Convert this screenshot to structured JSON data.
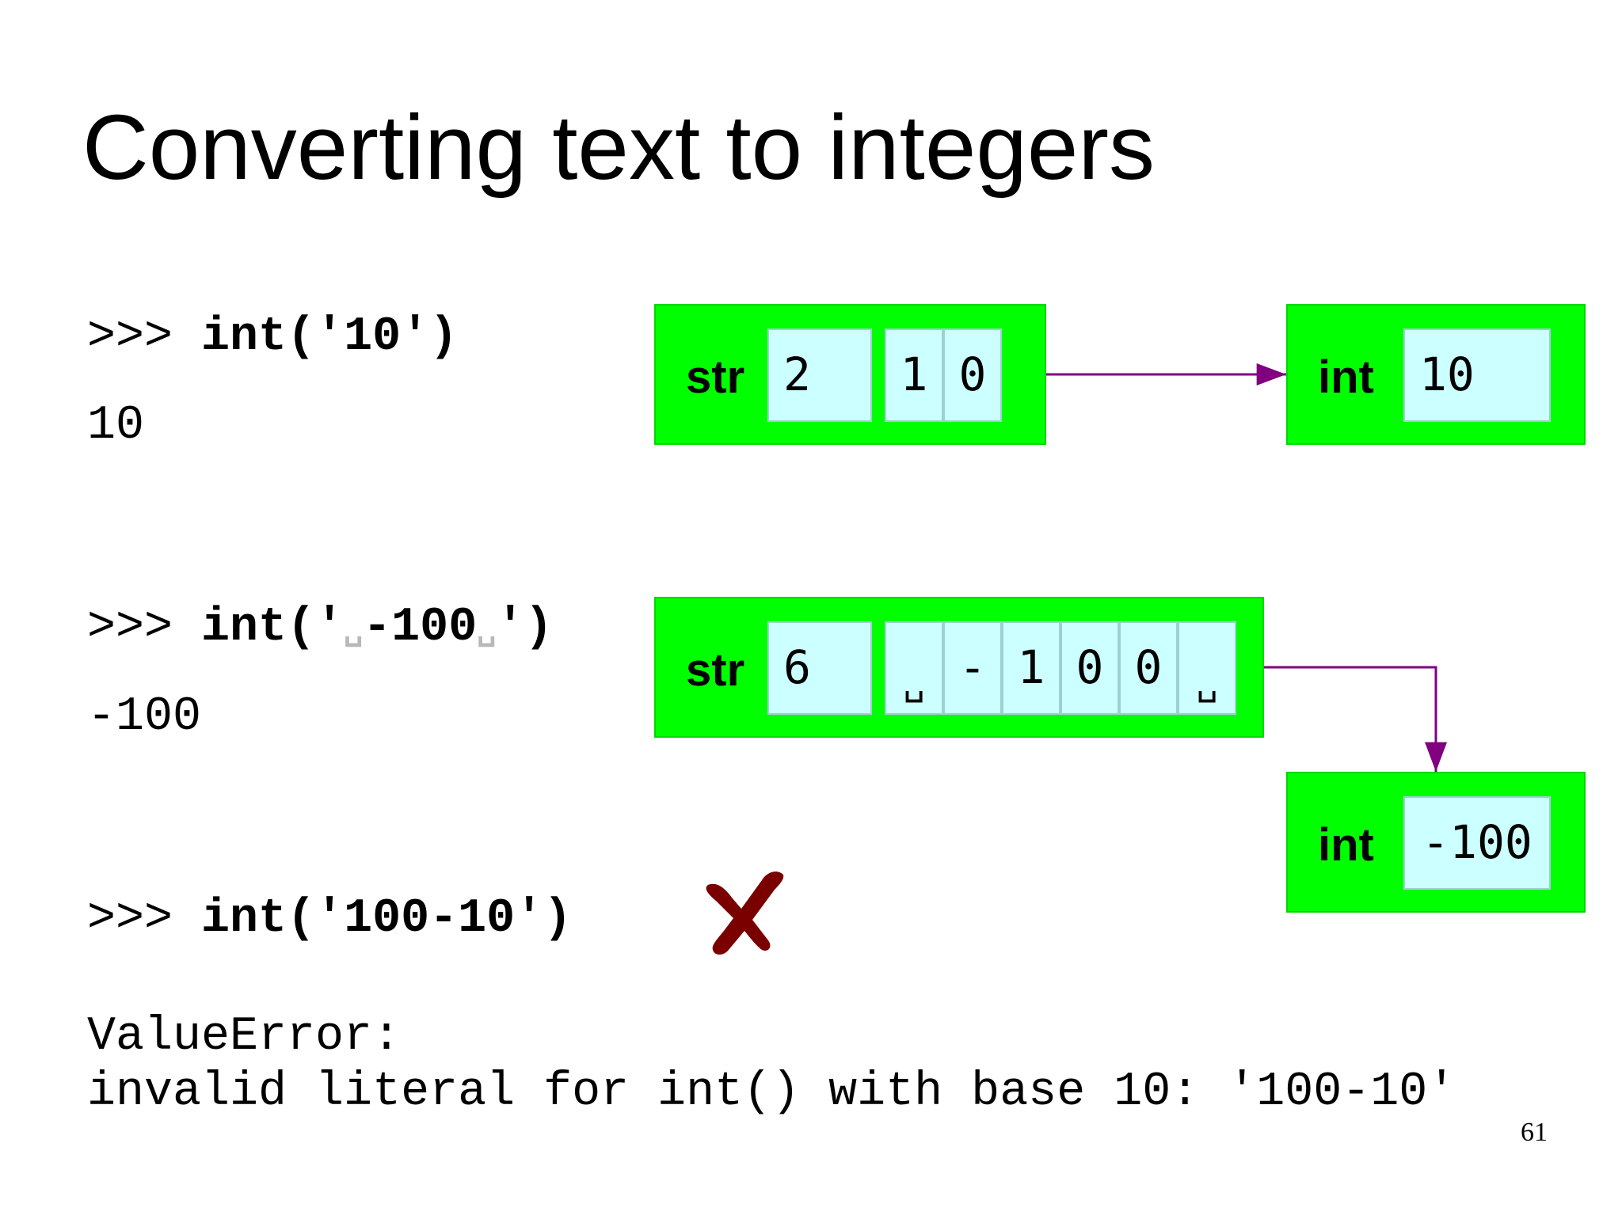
{
  "title": "Converting text to integers",
  "examples": [
    {
      "prompt": ">>>",
      "expr_before": "int('",
      "expr_after": "10')",
      "output": "10"
    },
    {
      "prompt": ">>>",
      "expr_a": "int('",
      "space1": "␣",
      "expr_b": "-100",
      "space2": "␣",
      "expr_c": "')",
      "output": "-100"
    },
    {
      "prompt": ">>>",
      "expr": "int('100-10')"
    }
  ],
  "error": {
    "line1": "ValueError:",
    "line2": "invalid literal for int() with base 10: '100-10'"
  },
  "diagram": {
    "obj1": {
      "type": "str",
      "length": "2",
      "chars": [
        "1",
        "0"
      ]
    },
    "obj2": {
      "type": "int",
      "value": "10"
    },
    "obj3": {
      "type": "str",
      "length": "6",
      "chars": [
        "␣",
        "-",
        "1",
        "0",
        "0",
        "␣"
      ]
    },
    "obj4": {
      "type": "int",
      "value": "-100"
    },
    "colors": {
      "box": "#00ff00",
      "cell": "#ccffff",
      "arrow": "#800080",
      "cross": "#7a0000"
    },
    "error_mark_icon": "cross-mark-icon"
  },
  "page_number": "61"
}
